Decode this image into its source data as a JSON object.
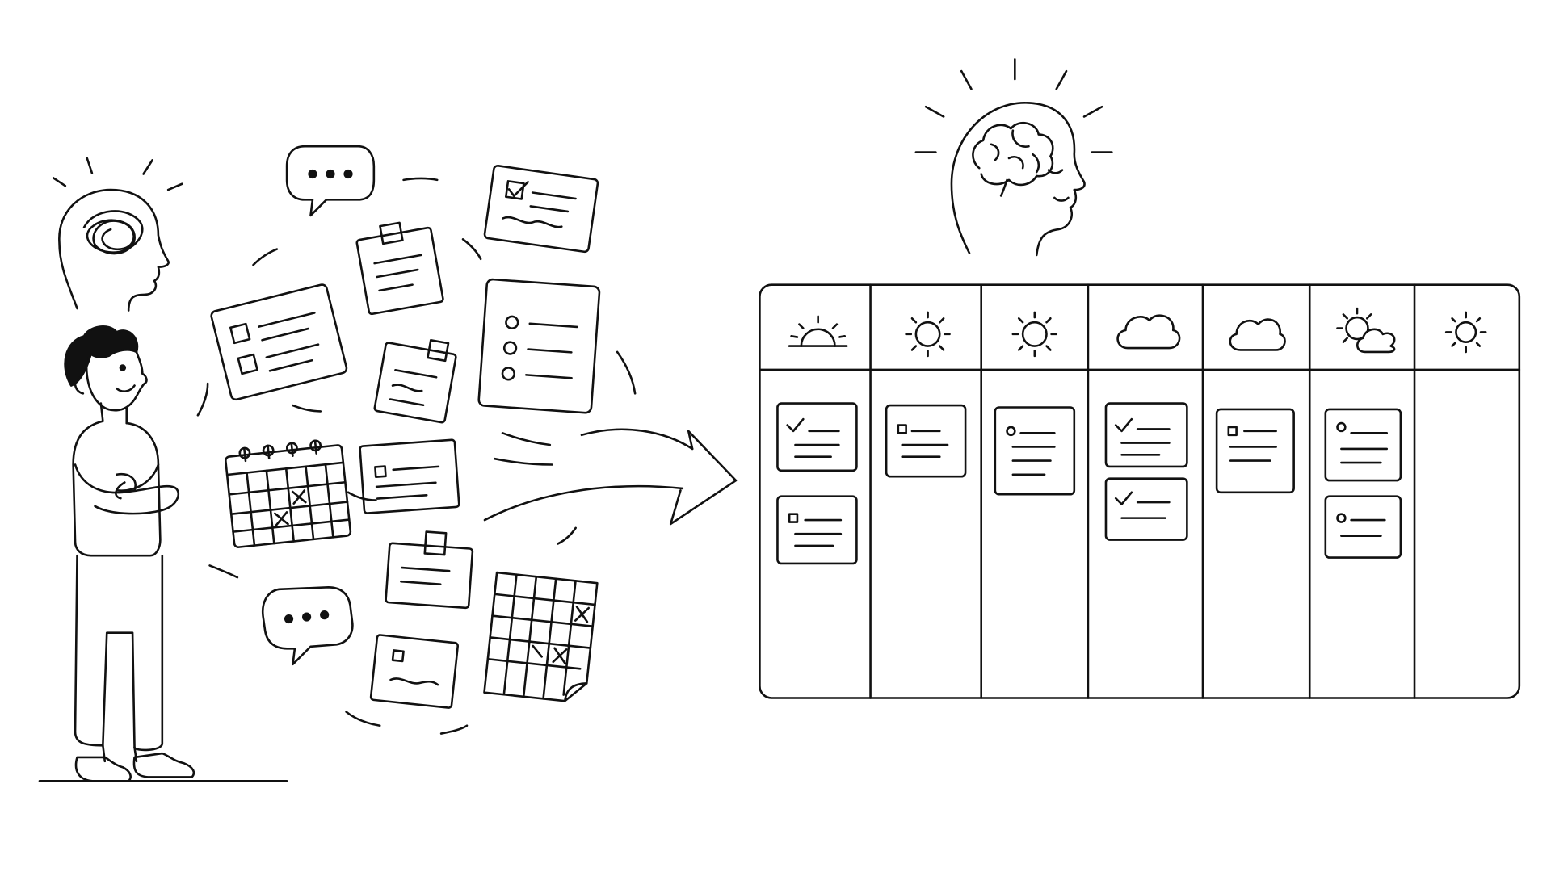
{
  "illustration": {
    "ink_color": "#111111",
    "paper_color": "#ffffff",
    "left_scene": {
      "person": "person-arms-crossed",
      "thought": "tangled-brain-head",
      "clutter_items": [
        "speech-bubble-icon",
        "checklist-note-icon",
        "sticky-note-icon",
        "list-card-icon",
        "sticky-note-icon",
        "bulleted-list-sheet-icon",
        "calendar-icon",
        "note-card-icon",
        "sticky-note-icon",
        "speech-bubble-icon",
        "note-card-icon",
        "calendar-sheet-icon"
      ]
    },
    "transition": "arrow-right-icon",
    "right_scene": {
      "thought": "calm-brain-head",
      "board": {
        "columns": [
          {
            "weather": "sunrise-icon",
            "cards": [
              "check",
              "box"
            ]
          },
          {
            "weather": "sun-icon",
            "cards": [
              "box"
            ]
          },
          {
            "weather": "sun-icon",
            "cards": [
              "circle"
            ]
          },
          {
            "weather": "cloud-icon",
            "cards": [
              "check",
              "check"
            ]
          },
          {
            "weather": "cloud-icon",
            "cards": [
              "box"
            ]
          },
          {
            "weather": "sun-cloud-icon",
            "cards": [
              "circle",
              "circle"
            ]
          },
          {
            "weather": "sun-icon",
            "cards": []
          }
        ]
      }
    }
  }
}
